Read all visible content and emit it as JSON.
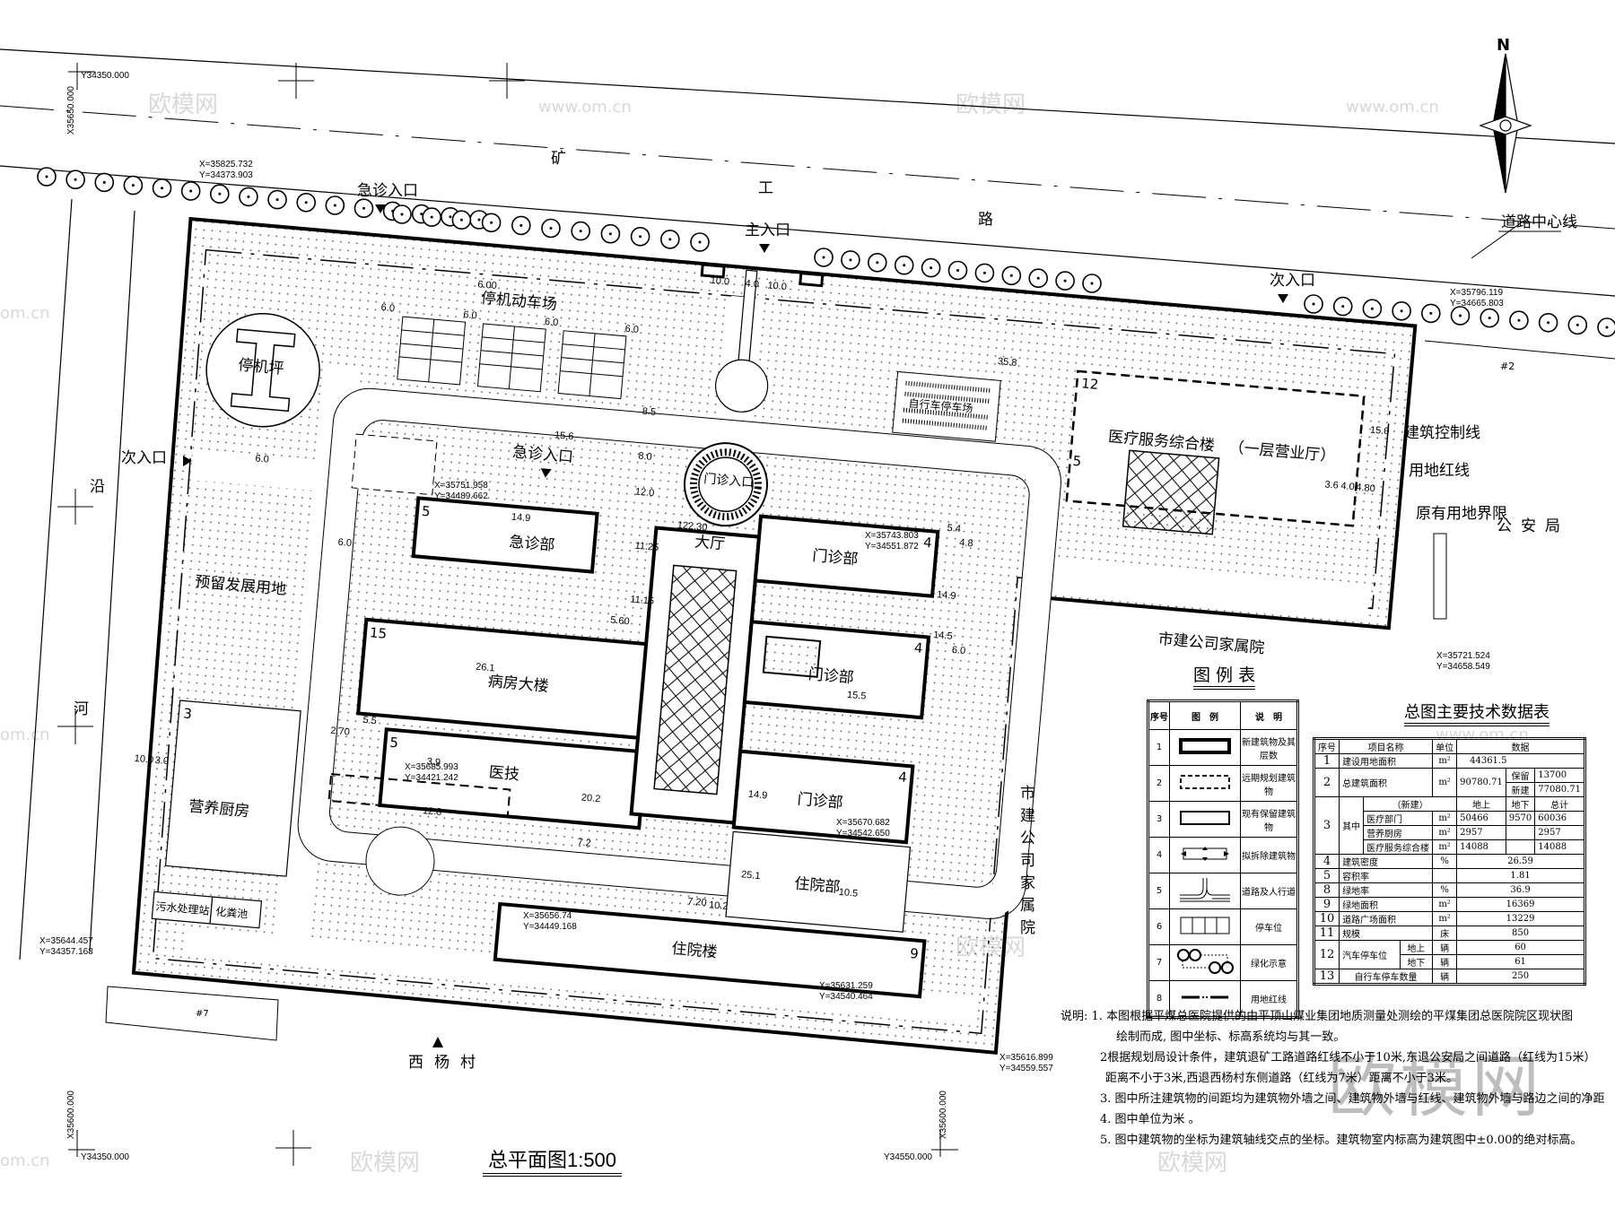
{
  "title": "总平面图1:500",
  "compass": "N",
  "grid_labels": {
    "top_y": "Y34350.000",
    "top_x": "X35650.000",
    "bottom_left_x": "X35600.000",
    "bottom_left_y": "Y34350.000",
    "bottom_right_y": "Y34550.000",
    "bottom_right_x": "X35600.000"
  },
  "road": {
    "chars": [
      "矿",
      "工",
      "路"
    ],
    "centerline": "道路中心线"
  },
  "entrances": {
    "emergency_top": "急诊入口",
    "main": "主入口",
    "secondary_right": "次入口",
    "secondary_left": "次入口",
    "emergency_mid": "急诊入口",
    "outpatient": "门诊入口"
  },
  "buildings": {
    "emergency": "急诊部",
    "hall": "大厅",
    "outpatient_1": "门诊部",
    "outpatient_2": "门诊部",
    "outpatient_3": "门诊部",
    "ward": "病房大楼",
    "medtech": "医技",
    "inpatient_dept": "住院部",
    "inpatient_bldg": "住院楼",
    "kitchen": "营养厨房",
    "service": "医疗服务综合楼",
    "service_note": "（一层营业厅）",
    "sewage": "污水处理站",
    "septic": "化粪池"
  },
  "areas": {
    "helipad": "停机坪",
    "vehicle_park": "停机动车场",
    "bike_park": "自行车停车场",
    "reserved": "预留发展用地"
  },
  "neighbors": {
    "residence_h": "市建公司家属院",
    "residence_v": "市建公司家属院",
    "police": "公安局",
    "village": "西杨村",
    "river_1": "沿",
    "river_2": "河",
    "lot2": "#2",
    "lot7": "#7"
  },
  "line_labels": {
    "control": "建筑控制线",
    "red": "用地红线",
    "original": "原有用地界限"
  },
  "floors": [
    "5",
    "15",
    "5",
    "3",
    "4",
    "4",
    "4",
    "9",
    "12",
    "5"
  ],
  "coordinates": [
    {
      "x": "X=35825.732",
      "y": "Y=34373.903"
    },
    {
      "x": "X=35751.958",
      "y": "Y=34489.662"
    },
    {
      "x": "X=35743.803",
      "y": "Y=34551.872"
    },
    {
      "x": "X=35796.119",
      "y": "Y=34665.803"
    },
    {
      "x": "X=35721.524",
      "y": "Y=34658.549"
    },
    {
      "x": "X=35685.993",
      "y": "Y=34421.242"
    },
    {
      "x": "X=35670.682",
      "y": "Y=34542.650"
    },
    {
      "x": "X=35656.74",
      "y": "Y=34449.168"
    },
    {
      "x": "X=35631.259",
      "y": "Y=34540.464"
    },
    {
      "x": "X=35644.457",
      "y": "Y=34357.168"
    },
    {
      "x": "X=35616.899",
      "y": "Y=34559.557"
    }
  ],
  "dimensions": [
    "10.0",
    "4.0",
    "10.0",
    "6.00",
    "6.0",
    "6.0",
    "6.0",
    "6.0",
    "8.5",
    "15.6",
    "8.0",
    "12.0",
    "122.30",
    "11.25",
    "11.15",
    "14.9",
    "5.60",
    "26.1",
    "5.5",
    "2.70",
    "3.9",
    "12.8",
    "20.2",
    "7.2",
    "7.20",
    "10.2",
    "25.1",
    "14.9",
    "15.5",
    "14.5",
    "6.0",
    "10.5",
    "35.8",
    "5.4",
    "4.8",
    "3.6",
    "4.0",
    "4.80",
    "15.0",
    "10.0",
    "3.0",
    "6.0",
    "6.0",
    "14.9"
  ],
  "legend": {
    "title": "图 例 表",
    "headers": [
      "序号",
      "图　例",
      "说　明"
    ],
    "items": [
      {
        "no": "1",
        "desc": "新建筑物及其层数"
      },
      {
        "no": "2",
        "desc": "远期规划建筑物"
      },
      {
        "no": "3",
        "desc": "现有保留建筑物"
      },
      {
        "no": "4",
        "desc": "拟拆除建筑物"
      },
      {
        "no": "5",
        "desc": "道路及人行道"
      },
      {
        "no": "6",
        "desc": "停车位"
      },
      {
        "no": "7",
        "desc": "绿化示意"
      },
      {
        "no": "8",
        "desc": "用地红线"
      }
    ]
  },
  "tech_table": {
    "title": "总图主要技术数据表",
    "headers": [
      "序号",
      "项目名称",
      "单位",
      "数据"
    ],
    "r1": {
      "no": "1",
      "name": "建设用地面积",
      "unit": "m²",
      "value": "44361.5"
    },
    "r2": {
      "no": "2",
      "name": "总建筑面积",
      "unit": "m²",
      "value": "90780.71",
      "keep_label": "保留",
      "keep": "13700",
      "new_label": "新建",
      "new": "77080.71"
    },
    "r3": {
      "no": "3",
      "group": "其中",
      "sub_header": "（新建）",
      "col_above": "地上",
      "col_below": "地下",
      "col_total": "总计",
      "rows": [
        {
          "name": "医疗部门",
          "unit": "m²",
          "above": "50466",
          "below": "9570",
          "total": "60036"
        },
        {
          "name": "营养厨房",
          "unit": "m²",
          "above": "2957",
          "below": "",
          "total": "2957"
        },
        {
          "name": "医疗服务综合楼",
          "unit": "m²",
          "above": "14088",
          "below": "",
          "total": "14088"
        }
      ]
    },
    "rows": [
      {
        "no": "4",
        "name": "建筑密度",
        "unit": "%",
        "value": "26.59"
      },
      {
        "no": "5",
        "name": "容积率",
        "unit": "",
        "value": "1.81"
      },
      {
        "no": "8",
        "name": "绿地率",
        "unit": "%",
        "value": "36.9"
      },
      {
        "no": "9",
        "name": "绿地面积",
        "unit": "m²",
        "value": "16369"
      },
      {
        "no": "10",
        "name": "道路广场面积",
        "unit": "m²",
        "value": "13229"
      },
      {
        "no": "11",
        "name": "规模",
        "unit": "床",
        "value": "850"
      }
    ],
    "r12": {
      "no": "12",
      "name": "汽车停车位",
      "above_label": "地上",
      "below_label": "地下",
      "unit": "辆",
      "above": "60",
      "below": "61"
    },
    "r13": {
      "no": "13",
      "name": "自行车停车数量",
      "unit": "辆",
      "value": "250"
    }
  },
  "notes": {
    "label": "说明:",
    "lines": [
      "1. 本图根据平煤总医院提供的由平顶山煤业集团地质测量处测绘的平煤集团总医院院区现状图",
      "绘制而成, 图中坐标、标高系统均与其一致。",
      "2根据规划局设计条件，建筑退矿工路道路红线不小于10米,东退公安局之间道路（红线为15米）",
      "距离不小于3米,西退西杨村东侧道路（红线为7米）距离不小于3米。",
      "3. 图中所注建筑物的间距均为建筑物外墙之间、建筑物外墙与红线、建筑物外墙与路边之间的净距",
      "4. 图中单位为米 。",
      "5. 图中建筑物的坐标为建筑轴线交点的坐标。建筑物室内标高为建筑图中±0.00的绝对标高。"
    ]
  },
  "watermarks": [
    "欧模网",
    "www.om.cn"
  ]
}
